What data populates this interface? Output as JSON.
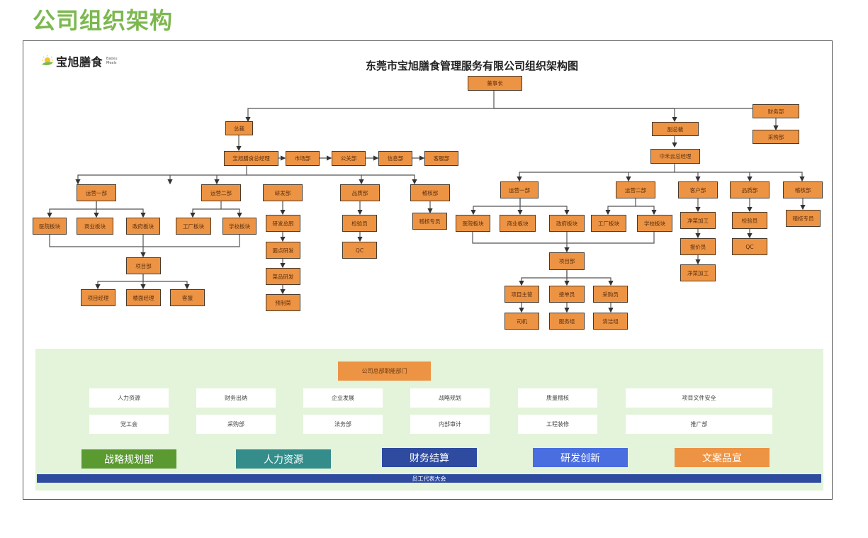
{
  "page": {
    "title": "公司组织架构"
  },
  "brand": {
    "name": "宝旭膳食",
    "sub_line1": "Baoxu",
    "sub_line2": "Meals"
  },
  "chart": {
    "title": "东莞市宝旭膳食管理服务有限公司组织架构图"
  },
  "colors": {
    "node_fill": "#ec9344",
    "node_border": "#4a3a2a",
    "title_green": "#7cb84f",
    "panel_bg": "#e3f4da",
    "bar_blue": "#2e4ba0"
  },
  "org": {
    "chairman": "董事长",
    "finance": "财务部",
    "purchasing": "采购部",
    "left": {
      "president": "总裁",
      "gm": "宝旭膳食总经理",
      "chain": [
        "市场部",
        "公关部",
        "信息部",
        "客服部"
      ],
      "ops1": "运营一部",
      "ops2": "运营二部",
      "rd": "研发部",
      "quality": "品质部",
      "audit": "稽核部",
      "ops1_children": [
        "医院板块",
        "商业板块",
        "政府板块"
      ],
      "ops2_children": [
        "工厂板块",
        "学校板块"
      ],
      "rd_chain": [
        "研发总厨",
        "面点研发",
        "菜品研发",
        "预制菜"
      ],
      "quality_chain": [
        "检验员",
        "QC"
      ],
      "audit_child": "稽核专员",
      "project": "项目部",
      "project_children": [
        "项目经理",
        "楼面经理",
        "客服"
      ]
    },
    "right": {
      "vp": "副总裁",
      "gm": "中禾云总经理",
      "ops1": "运营一部",
      "ops2": "运营二部",
      "customer": "客户部",
      "quality": "品质部",
      "audit": "稽核部",
      "ops1_children": [
        "医院板块",
        "商业板块",
        "政府板块"
      ],
      "ops2_children": [
        "工厂板块",
        "学校板块"
      ],
      "customer_chain": [
        "净菜加工",
        "报价员",
        "净菜加工"
      ],
      "quality_chain": [
        "检验员",
        "QC"
      ],
      "audit_child": "稽核专员",
      "project": "项目部",
      "project_children": [
        "项目主管",
        "接单员",
        "采购员"
      ],
      "project_grandchildren": [
        "司机",
        "服务组",
        "清洁组"
      ]
    }
  },
  "functions": {
    "header": "公司总部职能部门",
    "row1": [
      "人力资源",
      "财务出纳",
      "企业发展",
      "战略规划",
      "质量稽核",
      "项目文件安全"
    ],
    "row2": [
      "党工会",
      "采购部",
      "法务部",
      "内部审计",
      "工程装修",
      "推广部"
    ],
    "pillars": [
      {
        "label": "战略规划部",
        "color": "#5a9a30"
      },
      {
        "label": "人力资源",
        "color": "#348d8a"
      },
      {
        "label": "财务结算",
        "color": "#2e4ba0"
      },
      {
        "label": "研发创新",
        "color": "#4a6de0"
      },
      {
        "label": "文案品宣",
        "color": "#ec9344"
      }
    ],
    "foundation": "员工代表大会"
  }
}
